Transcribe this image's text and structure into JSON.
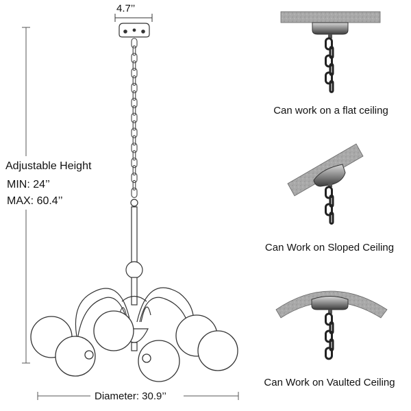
{
  "dimensions": {
    "canopy_width": "4.7’’",
    "adjustable_height_title": "Adjustable Height",
    "min_height": "MIN:  24’’",
    "max_height": "MAX: 60.4’’",
    "diameter": "Diameter: 30.9’’"
  },
  "ceiling_types": [
    {
      "caption": "Can work on a flat ceiling"
    },
    {
      "caption": "Can Work on Sloped Ceiling"
    },
    {
      "caption": "Can Work on Vaulted Ceiling"
    }
  ]
}
